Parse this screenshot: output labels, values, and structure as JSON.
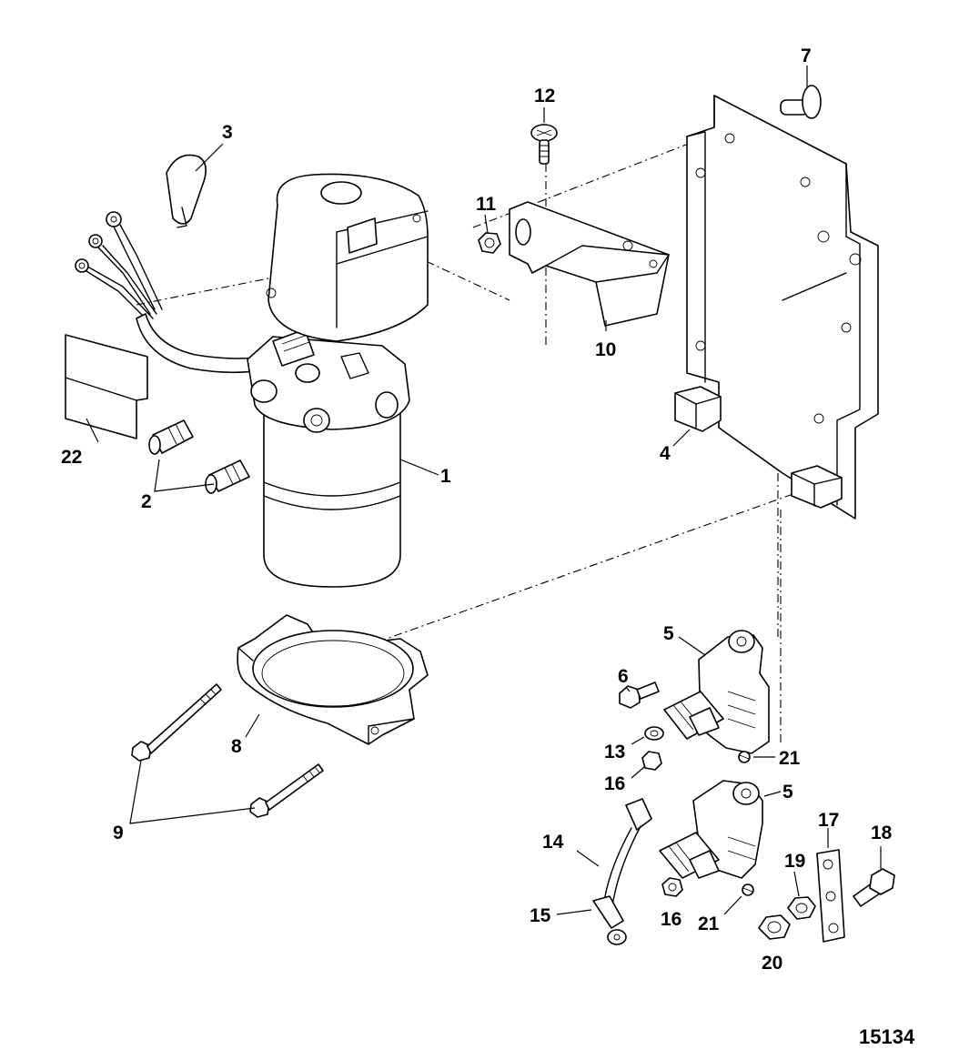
{
  "figure_number": "15134",
  "callouts": [
    {
      "id": "c1",
      "label": "1"
    },
    {
      "id": "c2",
      "label": "2"
    },
    {
      "id": "c3",
      "label": "3"
    },
    {
      "id": "c4",
      "label": "4"
    },
    {
      "id": "c5a",
      "label": "5"
    },
    {
      "id": "c5b",
      "label": "5"
    },
    {
      "id": "c6",
      "label": "6"
    },
    {
      "id": "c7",
      "label": "7"
    },
    {
      "id": "c8",
      "label": "8"
    },
    {
      "id": "c9",
      "label": "9"
    },
    {
      "id": "c10",
      "label": "10"
    },
    {
      "id": "c11",
      "label": "11"
    },
    {
      "id": "c12",
      "label": "12"
    },
    {
      "id": "c13",
      "label": "13"
    },
    {
      "id": "c14",
      "label": "14"
    },
    {
      "id": "c15",
      "label": "15"
    },
    {
      "id": "c16a",
      "label": "16"
    },
    {
      "id": "c16b",
      "label": "16"
    },
    {
      "id": "c17",
      "label": "17"
    },
    {
      "id": "c18",
      "label": "18"
    },
    {
      "id": "c19",
      "label": "19"
    },
    {
      "id": "c20",
      "label": "20"
    },
    {
      "id": "c21a",
      "label": "21"
    },
    {
      "id": "c21b",
      "label": "21"
    },
    {
      "id": "c22",
      "label": "22"
    }
  ]
}
